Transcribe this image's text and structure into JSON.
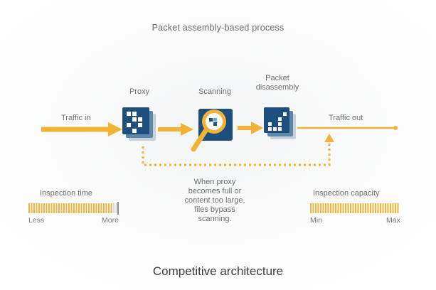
{
  "diagram": {
    "top_title": "Packet assembly-based process",
    "bottom_title": "Competitive architecture",
    "stages": {
      "proxy": "Proxy",
      "scanning": "Scanning",
      "packet_disassembly": "Packet\ndisassembly"
    },
    "traffic_in": "Traffic in",
    "traffic_out": "Traffic out",
    "bypass_note": "When proxy\nbecomes full or\ncontent too large,\nfiles bypass\nscanning.",
    "inspection_time": {
      "label": "Inspection time",
      "min_label": "Less",
      "max_label": "More",
      "level": 0.95
    },
    "inspection_capacity": {
      "label": "Inspection capacity",
      "min_label": "Min",
      "max_label": "Max",
      "level": 1.0
    },
    "colors": {
      "arrow": "#f2b233",
      "icon_dark": "#1d4e7e",
      "icon_light": "#5ba8d6",
      "scan_frame": "#f2b233",
      "text": "#6f6f6f"
    }
  }
}
